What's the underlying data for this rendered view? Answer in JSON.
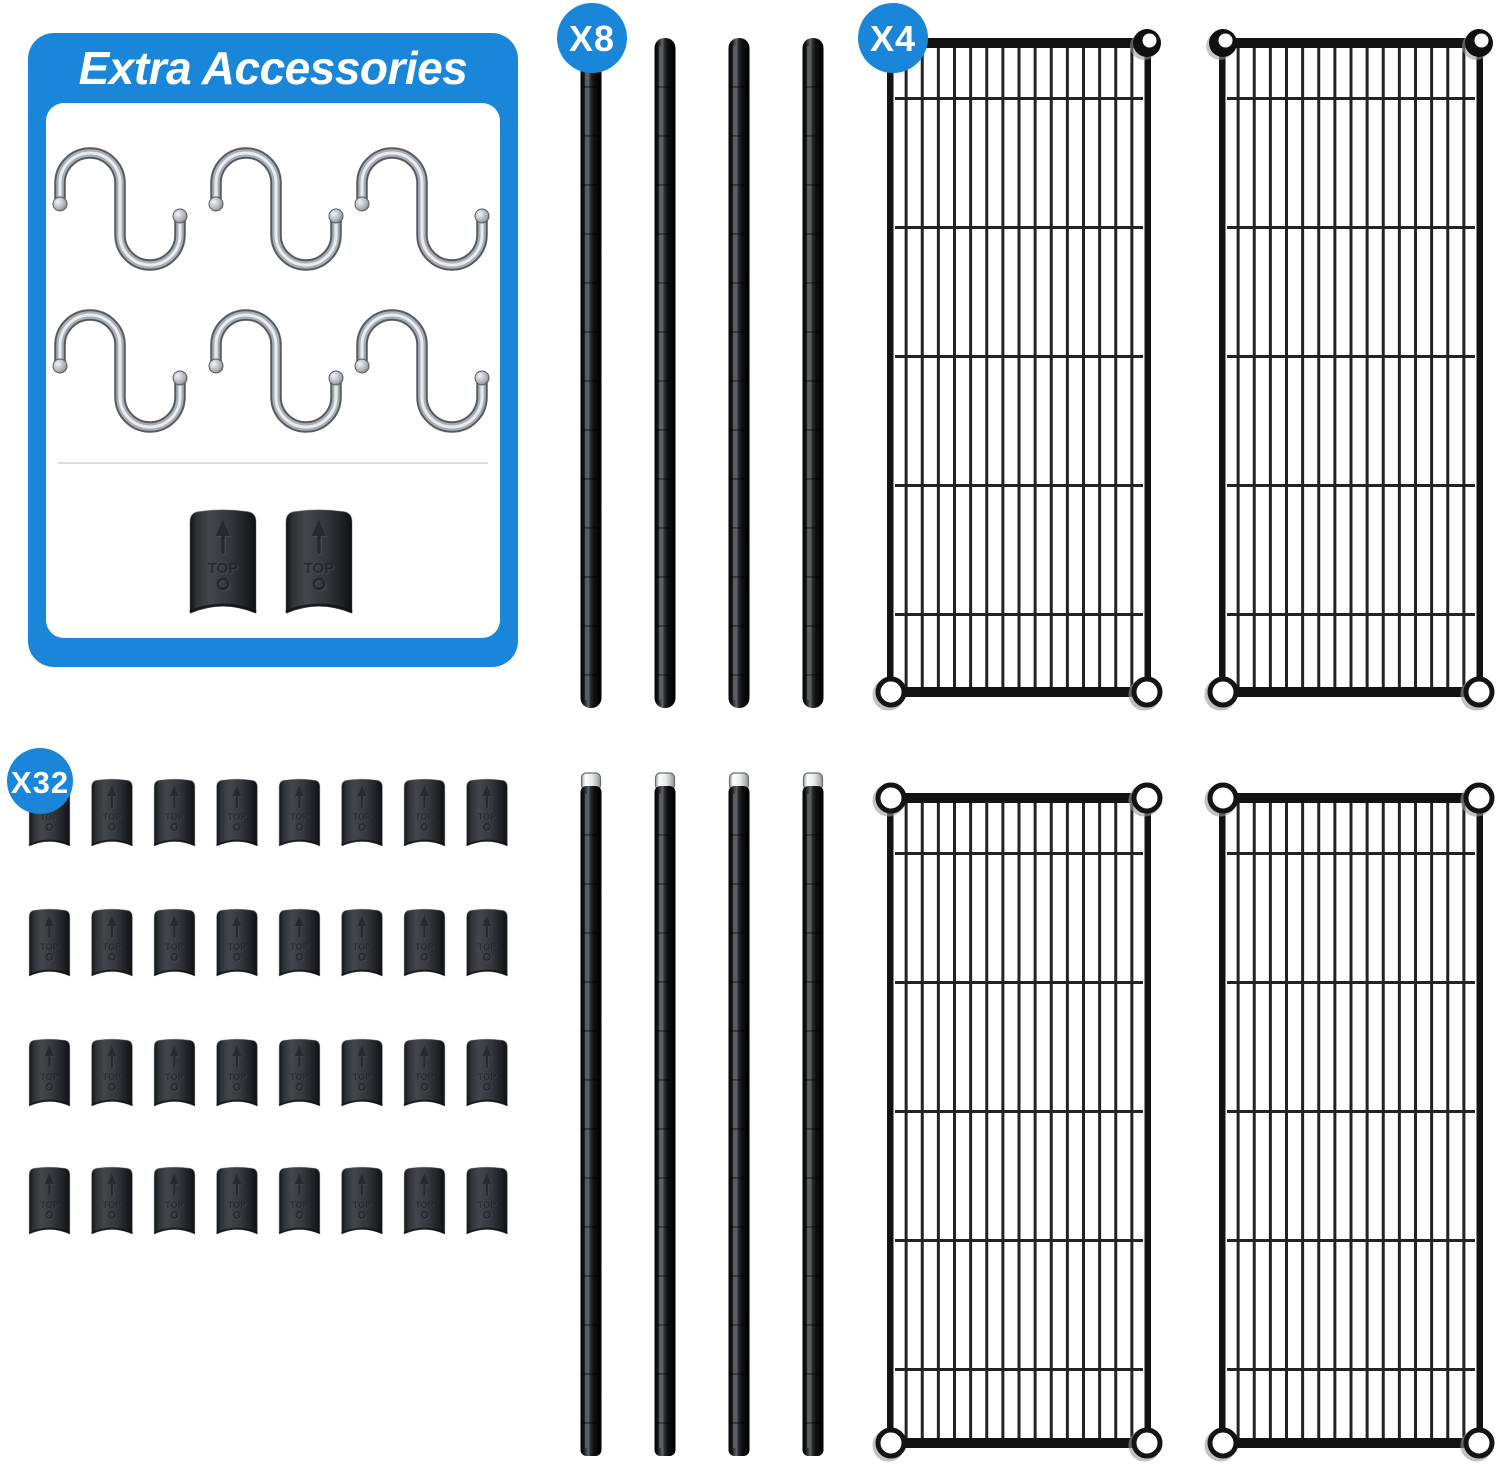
{
  "accessories_box": {
    "title": "Extra Accessories",
    "hook_count": 6,
    "sample_sleeve_count": 2,
    "sleeve_label": "TOP"
  },
  "badges": {
    "poles": "X8",
    "shelves": "X4",
    "sleeves": "X32"
  },
  "parts": {
    "pole_count_top_row": 4,
    "pole_count_bottom_row": 4,
    "shelf_count_top_row": 2,
    "shelf_count_bottom_row": 2,
    "sleeve_rows": 4,
    "sleeve_cols": 8,
    "sleeve_label": "TOP"
  },
  "colors": {
    "accent_blue": "#1986d9",
    "part_dark": "#17191c",
    "wire_black": "#1d1d1d",
    "chrome": "#c6cacf"
  }
}
